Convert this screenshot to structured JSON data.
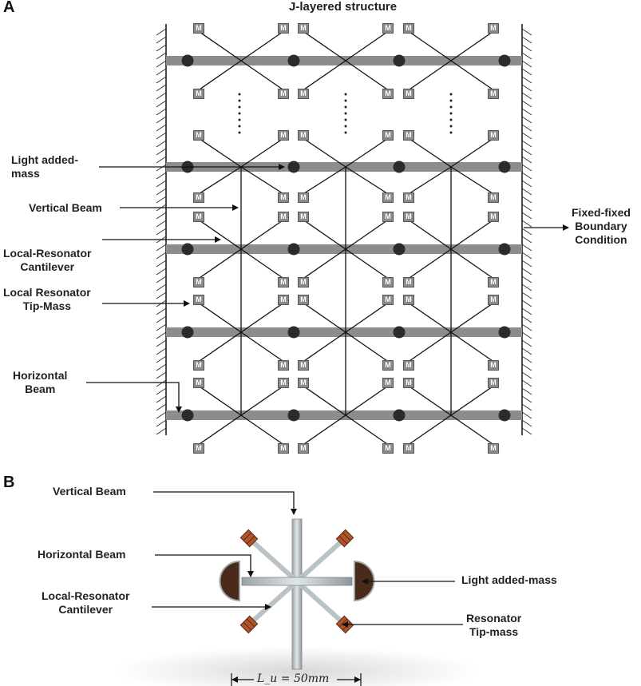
{
  "panel_a": {
    "letter": "A",
    "title": "J-layered structure",
    "mass_symbol": "M",
    "labels": {
      "light_added_mass": [
        "Light added-",
        "mass"
      ],
      "vertical_beam": "Vertical Beam",
      "lr_cantilever": [
        "Local-Resonator",
        "Cantilever"
      ],
      "lr_tip_mass": [
        "Local Resonator",
        "Tip-Mass"
      ],
      "horizontal_beam": [
        "Horizontal",
        "Beam"
      ],
      "boundary": [
        "Fixed-fixed",
        "Boundary",
        "Condition"
      ]
    }
  },
  "panel_b": {
    "letter": "B",
    "labels": {
      "vertical_beam": "Vertical Beam",
      "horizontal_beam": "Horizontal Beam",
      "lr_cantilever": [
        "Local-Resonator",
        "Cantilever"
      ],
      "light_added_mass": "Light added-mass",
      "tip_mass": [
        "Resonator",
        "Tip-mass"
      ]
    },
    "dimension": "L_u = 50mm"
  },
  "colors": {
    "beam": "#8c8c8c",
    "node": "#2b2b2b",
    "line": "#111111",
    "copper": "#b0552a"
  }
}
